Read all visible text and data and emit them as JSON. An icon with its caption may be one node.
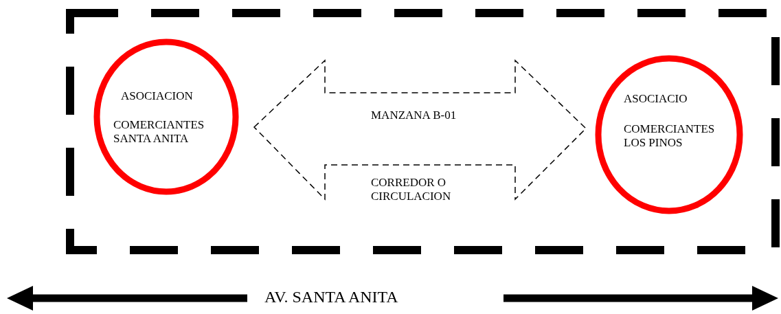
{
  "diagram": {
    "nodes": [
      {
        "text": [],
        "shape": "box"
      },
      {
        "text": [
          "ASOCIACION",
          "COMERCIANTES SANTA ANITA"
        ],
        "in": 0
      },
      {
        "text": [
          "MANZANA B-01"
        ],
        "beside": [
          "CORREDOR O CIRCULACION"
        ],
        "in": 0
      },
      {
        "text": [
          "ASOCIACIO",
          "COMERCIANTES LOS PINOS"
        ],
        "in": 0
      }
    ],
    "edges": [],
    "labels": [
      "AV. SANTA ANITA"
    ]
  }
}
